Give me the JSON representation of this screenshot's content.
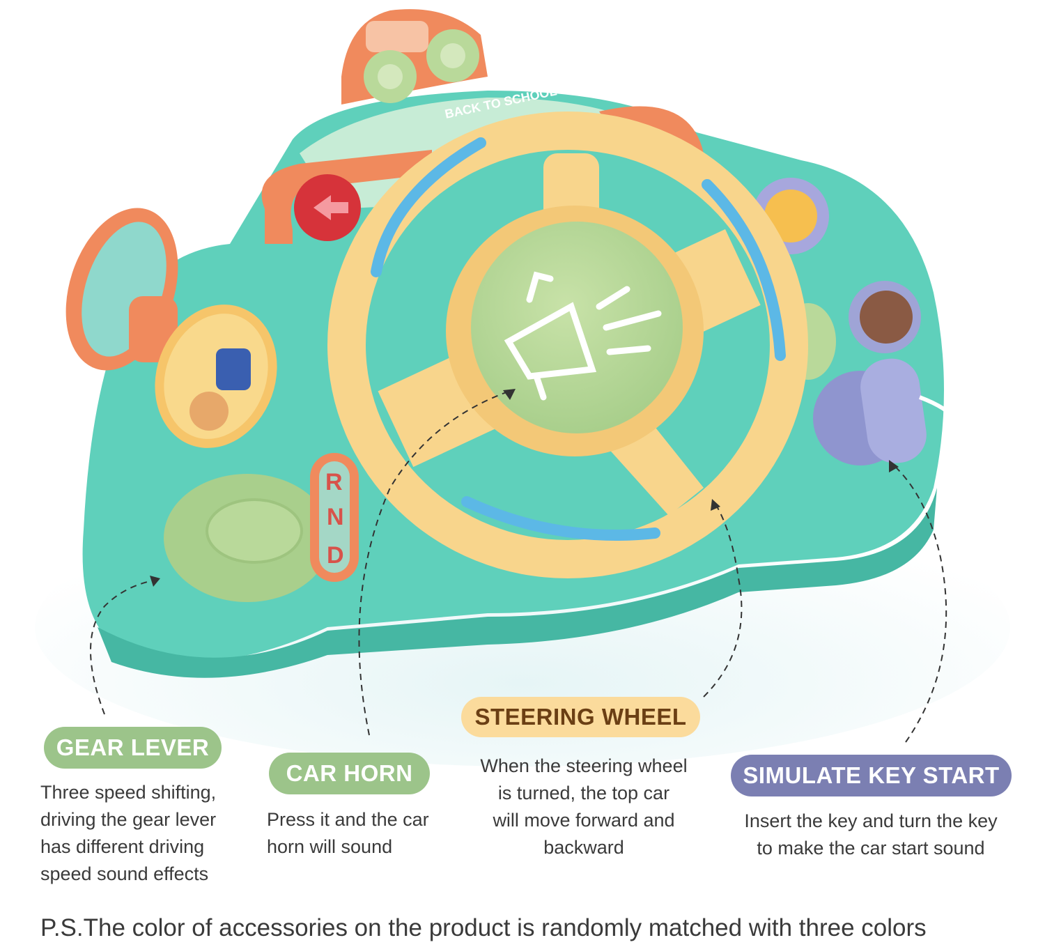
{
  "product_markings": {
    "gear_letters": [
      "R",
      "N",
      "D"
    ],
    "screen_text": "BACK TO SCHOOL"
  },
  "colors": {
    "body": "#5fd0bb",
    "wheel": "#f8d58c",
    "horn": "#b9d99a",
    "accent_orange": "#f08a5d",
    "key": "#9fa4d6",
    "green_badge": "#9cc48a",
    "yellow_badge": "#fbdb9c",
    "purple_badge": "#7b7fb2"
  },
  "features": [
    {
      "title": "GEAR LEVER",
      "lines": [
        "Three speed shifting,",
        "driving the gear lever",
        "has different driving",
        "speed sound effects"
      ]
    },
    {
      "title": "CAR HORN",
      "lines": [
        "Press it and the car",
        "horn will sound"
      ]
    },
    {
      "title": "STEERING WHEEL",
      "lines": [
        "When the steering wheel",
        "is turned, the top car",
        "will move forward and",
        "backward"
      ]
    },
    {
      "title": "SIMULATE KEY START",
      "lines": [
        "Insert the key and turn the key",
        "to make the car start sound"
      ]
    }
  ],
  "footnote": "P.S.The color of accessories on the product is randomly matched with three colors"
}
